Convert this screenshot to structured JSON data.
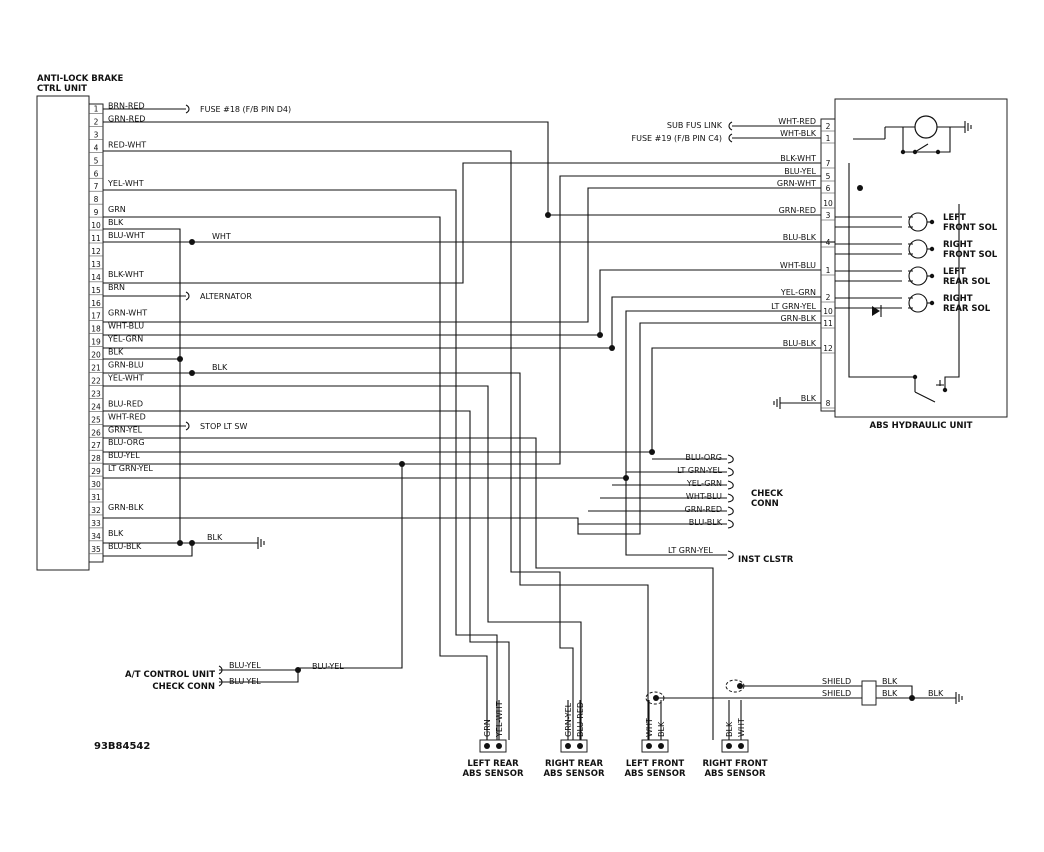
{
  "ecu": {
    "title_line1": "ANTI-LOCK BRAKE",
    "title_line2": "CTRL UNIT",
    "pins": [
      {
        "n": "1",
        "wire": "BRN-RED"
      },
      {
        "n": "2",
        "wire": "GRN-RED"
      },
      {
        "n": "3",
        "wire": ""
      },
      {
        "n": "4",
        "wire": "RED-WHT"
      },
      {
        "n": "5",
        "wire": ""
      },
      {
        "n": "6",
        "wire": ""
      },
      {
        "n": "7",
        "wire": "YEL-WHT"
      },
      {
        "n": "8",
        "wire": ""
      },
      {
        "n": "9",
        "wire": "GRN"
      },
      {
        "n": "10",
        "wire": "BLK"
      },
      {
        "n": "11",
        "wire": "BLU-WHT"
      },
      {
        "n": "12",
        "wire": ""
      },
      {
        "n": "13",
        "wire": ""
      },
      {
        "n": "14",
        "wire": "BLK-WHT"
      },
      {
        "n": "15",
        "wire": "BRN"
      },
      {
        "n": "16",
        "wire": ""
      },
      {
        "n": "17",
        "wire": "GRN-WHT"
      },
      {
        "n": "18",
        "wire": "WHT-BLU"
      },
      {
        "n": "19",
        "wire": "YEL-GRN"
      },
      {
        "n": "20",
        "wire": "BLK"
      },
      {
        "n": "21",
        "wire": "GRN-BLU"
      },
      {
        "n": "22",
        "wire": "YEL-WHT"
      },
      {
        "n": "23",
        "wire": ""
      },
      {
        "n": "24",
        "wire": "BLU-RED"
      },
      {
        "n": "25",
        "wire": "WHT-RED"
      },
      {
        "n": "26",
        "wire": "GRN-YEL"
      },
      {
        "n": "27",
        "wire": "BLU-ORG"
      },
      {
        "n": "28",
        "wire": "BLU-YEL"
      },
      {
        "n": "29",
        "wire": "LT GRN-YEL"
      },
      {
        "n": "30",
        "wire": ""
      },
      {
        "n": "31",
        "wire": ""
      },
      {
        "n": "32",
        "wire": "GRN-BLK"
      },
      {
        "n": "33",
        "wire": ""
      },
      {
        "n": "34",
        "wire": "BLK"
      },
      {
        "n": "35",
        "wire": "BLU-BLK"
      }
    ]
  },
  "callouts": {
    "fuse18": "FUSE #18 (F/B PIN D4)",
    "alternator": "ALTERNATOR",
    "stop_lt_sw": "STOP LT SW",
    "wht": "WHT",
    "blk_mid": "BLK",
    "blk_gnd": "BLK"
  },
  "hydraulic": {
    "title": "ABS HYDRAULIC UNIT",
    "sub_fus_link": "SUB FUS LINK",
    "fuse19": "FUSE #19 (F/B PIN C4)",
    "pins": [
      {
        "n": "2",
        "wire": "WHT-RED"
      },
      {
        "n": "1",
        "wire": "WHT-BLK"
      },
      {
        "n": "7",
        "wire": "BLK-WHT"
      },
      {
        "n": "5",
        "wire": "BLU-YEL"
      },
      {
        "n": "6",
        "wire": "GRN-WHT"
      },
      {
        "n": "10",
        "wire": ""
      },
      {
        "n": "3",
        "wire": "GRN-RED"
      },
      {
        "n": "4",
        "wire": "BLU-BLK"
      },
      {
        "n": "1",
        "wire": "WHT-BLU"
      },
      {
        "n": "2",
        "wire": "YEL-GRN"
      },
      {
        "n": "10",
        "wire": "LT GRN-YEL"
      },
      {
        "n": "11",
        "wire": "GRN-BLK"
      },
      {
        "n": "12",
        "wire": "BLU-BLK"
      },
      {
        "n": "8",
        "wire": "BLK"
      }
    ],
    "solenoids": [
      {
        "line1": "LEFT",
        "line2": "FRONT SOL"
      },
      {
        "line1": "RIGHT",
        "line2": "FRONT SOL"
      },
      {
        "line1": "LEFT",
        "line2": "REAR SOL"
      },
      {
        "line1": "RIGHT",
        "line2": "REAR SOL"
      }
    ]
  },
  "check_conn": {
    "line1": "CHECK",
    "line2": "CONN",
    "wires": [
      "BLU-ORG",
      "LT GRN-YEL",
      "YEL-GRN",
      "WHT-BLU",
      "GRN-RED",
      "BLU-BLK"
    ]
  },
  "inst_clstr": {
    "label": "INST CLSTR",
    "wire": "LT GRN-YEL"
  },
  "at_control": {
    "at_label": "A/T CONTROL UNIT",
    "check_label": "CHECK CONN",
    "wire1": "BLU-YEL",
    "wire2": "BLU-YEL",
    "wire3": "BLU-YEL"
  },
  "sensors": [
    {
      "line1": "LEFT REAR",
      "line2": "ABS SENSOR",
      "w1": "GRN",
      "w2": "YEL-WHT"
    },
    {
      "line1": "RIGHT REAR",
      "line2": "ABS SENSOR",
      "w1": "GRN-YEL",
      "w2": "BLU-RED"
    },
    {
      "line1": "LEFT FRONT",
      "line2": "ABS SENSOR",
      "w1": "WHT",
      "w2": "BLK"
    },
    {
      "line1": "RIGHT FRONT",
      "line2": "ABS SENSOR",
      "w1": "BLK",
      "w2": "WHT"
    }
  ],
  "shield": {
    "s1": "SHIELD",
    "s2": "SHIELD",
    "b1": "BLK",
    "b2": "BLK",
    "b3": "BLK"
  },
  "figure_code": "93B84542"
}
